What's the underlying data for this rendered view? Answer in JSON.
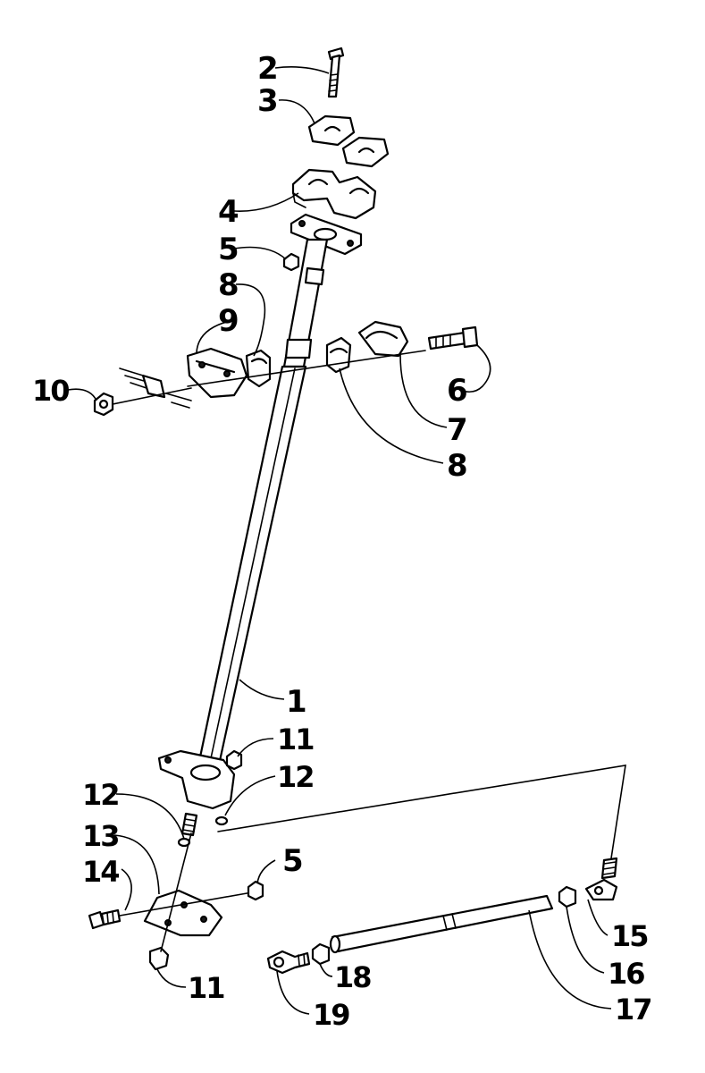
{
  "callouts": [
    {
      "id": "c2",
      "text": "2"
    },
    {
      "id": "c3",
      "text": "3"
    },
    {
      "id": "c4",
      "text": "4"
    },
    {
      "id": "c5a",
      "text": "5"
    },
    {
      "id": "c8a",
      "text": "8"
    },
    {
      "id": "c9",
      "text": "9"
    },
    {
      "id": "c10",
      "text": "10"
    },
    {
      "id": "c6",
      "text": "6"
    },
    {
      "id": "c7",
      "text": "7"
    },
    {
      "id": "c8b",
      "text": "8"
    },
    {
      "id": "c1",
      "text": "1"
    },
    {
      "id": "c11a",
      "text": "11"
    },
    {
      "id": "c12a",
      "text": "12"
    },
    {
      "id": "c12b",
      "text": "12"
    },
    {
      "id": "c13",
      "text": "13"
    },
    {
      "id": "c14",
      "text": "14"
    },
    {
      "id": "c5b",
      "text": "5"
    },
    {
      "id": "c11b",
      "text": "11"
    },
    {
      "id": "c15",
      "text": "15"
    },
    {
      "id": "c16",
      "text": "16"
    },
    {
      "id": "c17",
      "text": "17"
    },
    {
      "id": "c18",
      "text": "18"
    },
    {
      "id": "c19",
      "text": "19"
    }
  ]
}
